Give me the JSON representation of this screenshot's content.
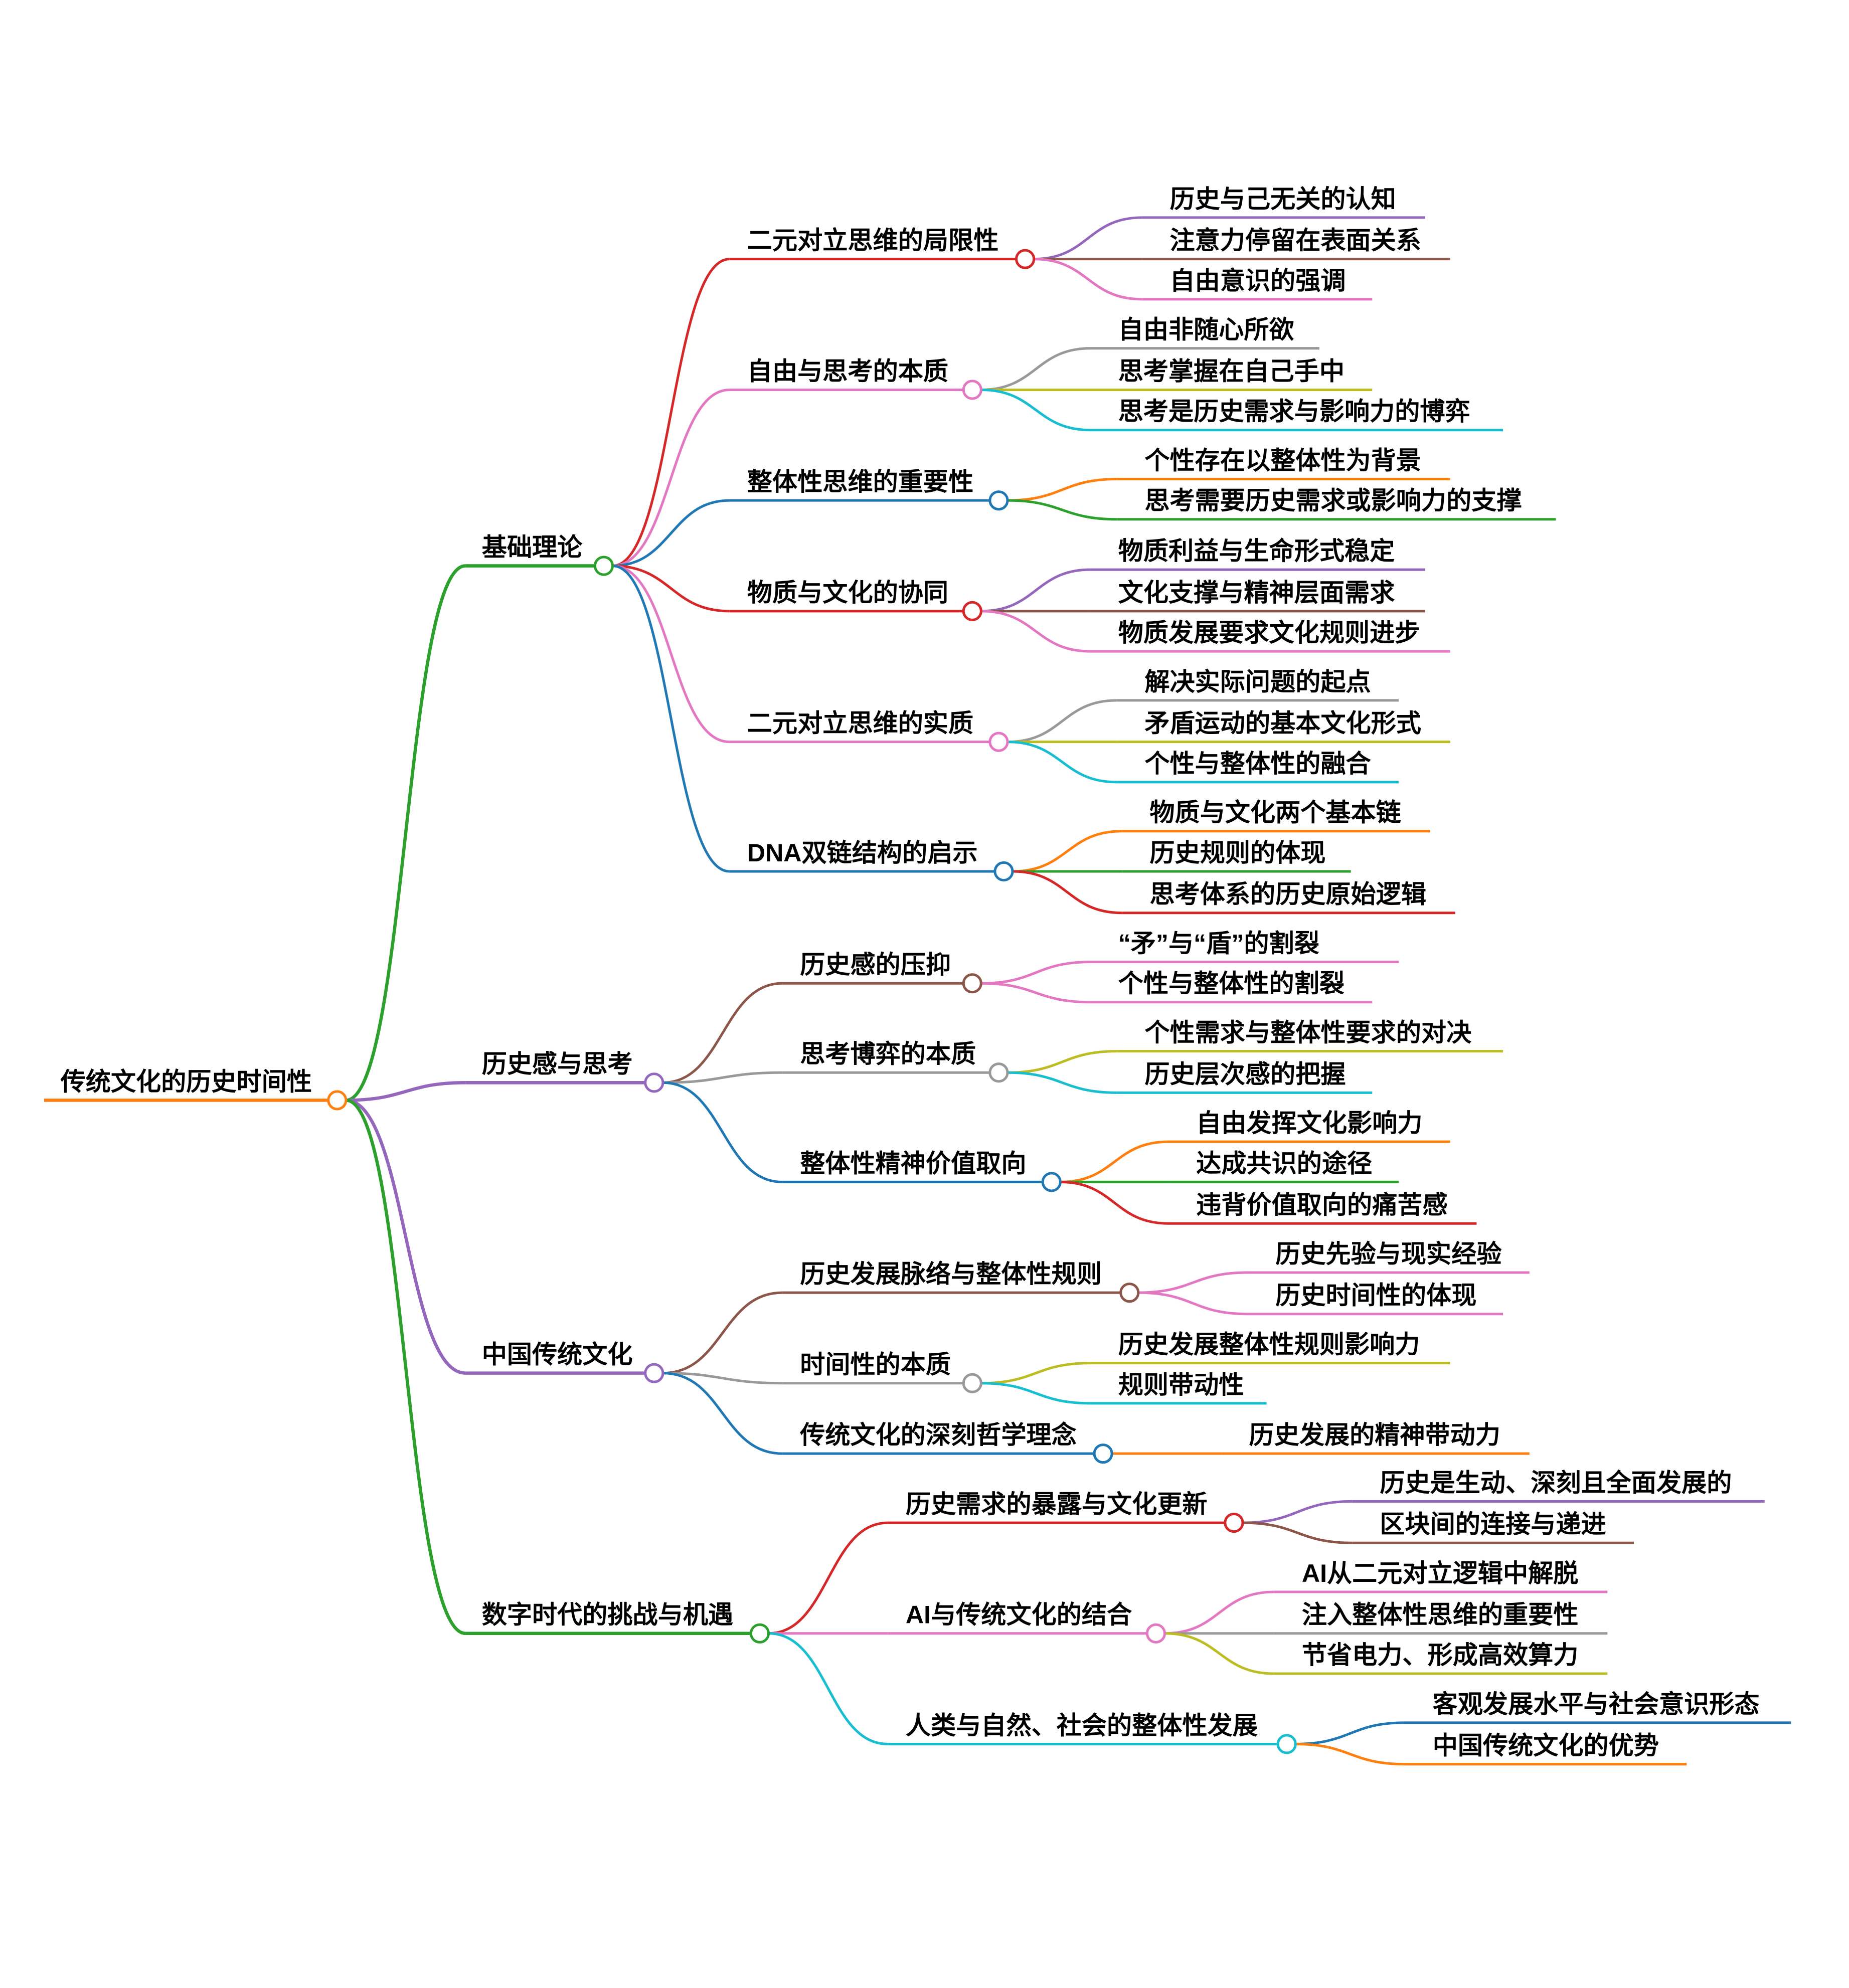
{
  "root": {
    "label": "传统文化的历史时间性",
    "color": "#ff7f0e",
    "children": [
      {
        "label": "基础理论",
        "color": "#2ca02c",
        "children": [
          {
            "label": "二元对立思维的局限性",
            "color": "#d62728",
            "children": [
              {
                "label": "历史与己无关的认知",
                "color": "#9467bd"
              },
              {
                "label": "注意力停留在表面关系",
                "color": "#8c564b"
              },
              {
                "label": "自由意识的强调",
                "color": "#e377c2"
              }
            ]
          },
          {
            "label": "自由与思考的本质",
            "color": "#e377c2",
            "children": [
              {
                "label": "自由非随心所欲",
                "color": "#999999"
              },
              {
                "label": "思考掌握在自己手中",
                "color": "#bcbd22"
              },
              {
                "label": "思考是历史需求与影响力的博弈",
                "color": "#17becf"
              }
            ]
          },
          {
            "label": "整体性思维的重要性",
            "color": "#1f77b4",
            "children": [
              {
                "label": "个性存在以整体性为背景",
                "color": "#ff7f0e"
              },
              {
                "label": "思考需要历史需求或影响力的支撑",
                "color": "#2ca02c"
              }
            ]
          },
          {
            "label": "物质与文化的协同",
            "color": "#d62728",
            "children": [
              {
                "label": "物质利益与生命形式稳定",
                "color": "#9467bd"
              },
              {
                "label": "文化支撑与精神层面需求",
                "color": "#8c564b"
              },
              {
                "label": "物质发展要求文化规则进步",
                "color": "#e377c2"
              }
            ]
          },
          {
            "label": "二元对立思维的实质",
            "color": "#e377c2",
            "children": [
              {
                "label": "解决实际问题的起点",
                "color": "#999999"
              },
              {
                "label": "矛盾运动的基本文化形式",
                "color": "#bcbd22"
              },
              {
                "label": "个性与整体性的融合",
                "color": "#17becf"
              }
            ]
          },
          {
            "label": "DNA双链结构的启示",
            "color": "#1f77b4",
            "children": [
              {
                "label": "物质与文化两个基本链",
                "color": "#ff7f0e"
              },
              {
                "label": "历史规则的体现",
                "color": "#2ca02c"
              },
              {
                "label": "思考体系的历史原始逻辑",
                "color": "#d62728"
              }
            ]
          }
        ]
      },
      {
        "label": "历史感与思考",
        "color": "#9467bd",
        "children": [
          {
            "label": "历史感的压抑",
            "color": "#8c564b",
            "children": [
              {
                "label": "“矛”与“盾”的割裂",
                "color": "#e377c2"
              },
              {
                "label": "个性与整体性的割裂",
                "color": "#e377c2"
              }
            ]
          },
          {
            "label": "思考博弈的本质",
            "color": "#999999",
            "children": [
              {
                "label": "个性需求与整体性要求的对决",
                "color": "#bcbd22"
              },
              {
                "label": "历史层次感的把握",
                "color": "#17becf"
              }
            ]
          },
          {
            "label": "整体性精神价值取向",
            "color": "#1f77b4",
            "children": [
              {
                "label": "自由发挥文化影响力",
                "color": "#ff7f0e"
              },
              {
                "label": "达成共识的途径",
                "color": "#2ca02c"
              },
              {
                "label": "违背价值取向的痛苦感",
                "color": "#d62728"
              }
            ]
          }
        ]
      },
      {
        "label": "中国传统文化",
        "color": "#9467bd",
        "children": [
          {
            "label": "历史发展脉络与整体性规则",
            "color": "#8c564b",
            "children": [
              {
                "label": "历史先验与现实经验",
                "color": "#e377c2"
              },
              {
                "label": "历史时间性的体现",
                "color": "#e377c2"
              }
            ]
          },
          {
            "label": "时间性的本质",
            "color": "#999999",
            "children": [
              {
                "label": "历史发展整体性规则影响力",
                "color": "#bcbd22"
              },
              {
                "label": "规则带动性",
                "color": "#17becf"
              }
            ]
          },
          {
            "label": "传统文化的深刻哲学理念",
            "color": "#1f77b4",
            "children": [
              {
                "label": "历史发展的精神带动力",
                "color": "#ff7f0e"
              }
            ]
          }
        ]
      },
      {
        "label": "数字时代的挑战与机遇",
        "color": "#2ca02c",
        "children": [
          {
            "label": "历史需求的暴露与文化更新",
            "color": "#d62728",
            "children": [
              {
                "label": "历史是生动、深刻且全面发展的",
                "color": "#9467bd"
              },
              {
                "label": "区块间的连接与递进",
                "color": "#8c564b"
              }
            ]
          },
          {
            "label": "AI与传统文化的结合",
            "color": "#e377c2",
            "children": [
              {
                "label": "AI从二元对立逻辑中解脱",
                "color": "#e377c2"
              },
              {
                "label": "注入整体性思维的重要性",
                "color": "#999999"
              },
              {
                "label": "节省电力、形成高效算力",
                "color": "#bcbd22"
              }
            ]
          },
          {
            "label": "人类与自然、社会的整体性发展",
            "color": "#17becf",
            "children": [
              {
                "label": "客观发展水平与社会意识形态",
                "color": "#1f77b4"
              },
              {
                "label": "中国传统文化的优势",
                "color": "#ff7f0e"
              }
            ]
          }
        ]
      }
    ]
  }
}
